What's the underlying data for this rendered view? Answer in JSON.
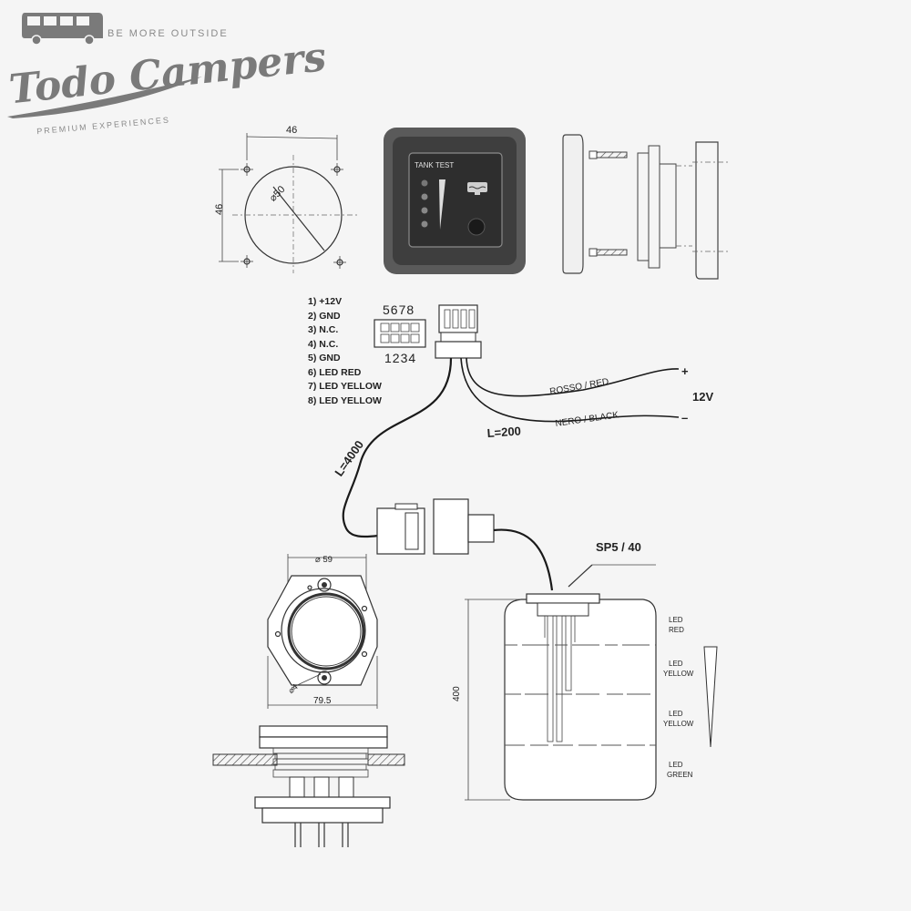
{
  "logo": {
    "tagline": "BE MORE OUTSIDE",
    "brand": "Todo Campers",
    "sub": "PREMIUM EXPERIENCES"
  },
  "panel_dims": {
    "width": "46",
    "height": "46",
    "diameter": "⌀50"
  },
  "panel": {
    "label": "TANK TEST"
  },
  "pinout": {
    "legend": [
      "1)  +12V",
      "2)  GND",
      "3)  N.C.",
      "4)  N.C.",
      "5)  GND",
      "6)  LED RED",
      "7)  LED YELLOW",
      "8)  LED YELLOW"
    ],
    "top_numbers": "5678",
    "bottom_numbers": "1234"
  },
  "wiring": {
    "red_wire": "ROSSO / RED",
    "black_wire": "NERO / BLACK",
    "plus": "+",
    "minus": "–",
    "voltage": "12V",
    "short_length": "L=200",
    "long_length": "L=4000"
  },
  "flange": {
    "diameter": "⌀ 59",
    "width": "79.5",
    "hole": "⌀4"
  },
  "tank": {
    "sensor": "SP5 / 40",
    "height": "400",
    "levels": [
      {
        "line1": "LED",
        "line2": "RED"
      },
      {
        "line1": "LED",
        "line2": "YELLOW"
      },
      {
        "line1": "LED",
        "line2": "YELLOW"
      },
      {
        "line1": "LED",
        "line2": "GREEN"
      }
    ]
  }
}
